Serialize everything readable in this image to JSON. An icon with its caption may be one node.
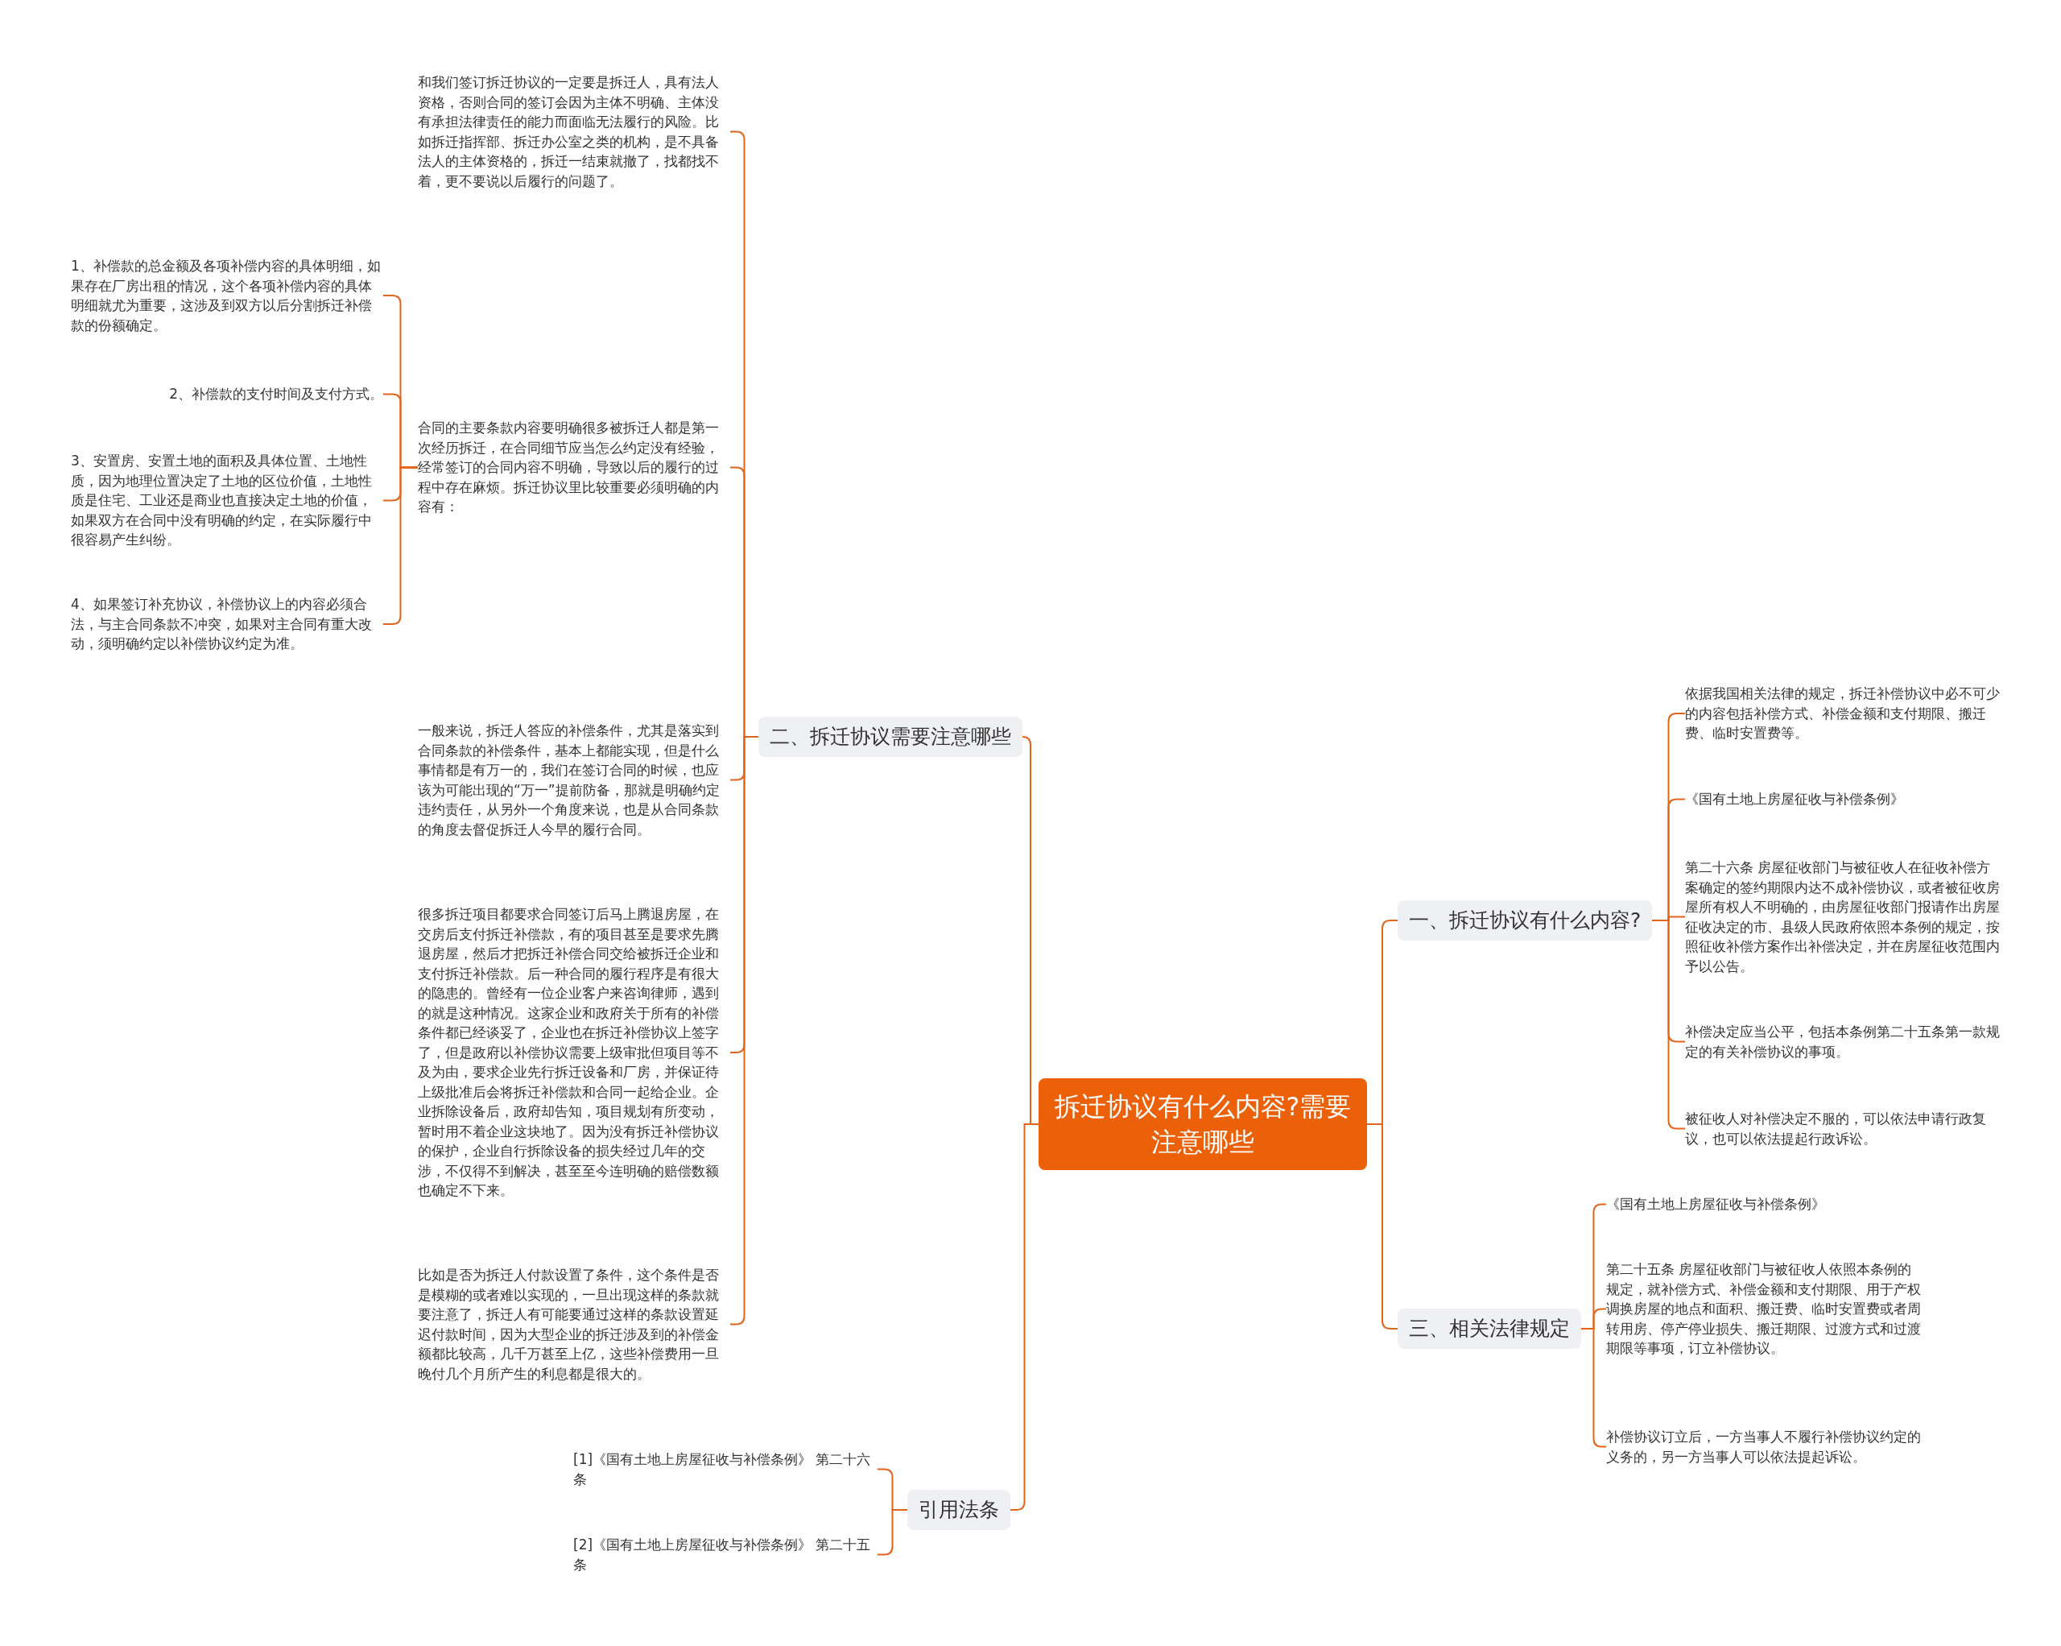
{
  "diagram": {
    "nodes": [
      {
        "text": [
          "拆迁协议有什么内容?需要注意哪些"
        ]
      },
      {
        "text": [
          "一、拆迁协议有什么内容?"
        ]
      },
      {
        "text": [
          "依据我国相关法律的规定，拆迁补偿协议中必不可少的内容包括补偿方式、补偿金额和支付期限、搬迁费、临时安置费等。"
        ]
      },
      {
        "text": [
          "《国有土地上房屋征收与补偿条例》"
        ]
      },
      {
        "text": [
          "第二十六条 房屋征收部门与被征收人在征收补偿方案确定的签约期限内达不成补偿协议，或者被征收房屋所有权人不明确的，由房屋征收部门报请作出房屋征收决定的市、县级人民政府依照本条例的规定，按照征收补偿方案作出补偿决定，并在房屋征收范围内予以公告。"
        ]
      },
      {
        "text": [
          "补偿决定应当公平，包括本条例第二十五条第一款规定的有关补偿协议的事项。"
        ]
      },
      {
        "text": [
          "被征收人对补偿决定不服的，可以依法申请行政复议，也可以依法提起行政诉讼。"
        ]
      },
      {
        "text": [
          "三、相关法律规定"
        ]
      },
      {
        "text": [
          "《国有土地上房屋征收与补偿条例》"
        ]
      },
      {
        "text": [
          "第二十五条 房屋征收部门与被征收人依照本条例的规定，就补偿方式、补偿金额和支付期限、用于产权调换房屋的地点和面积、搬迁费、临时安置费或者周转用房、停产停业损失、搬迁期限、过渡方式和过渡期限等事项，订立补偿协议。"
        ]
      },
      {
        "text": [
          "补偿协议订立后，一方当事人不履行补偿协议约定的义务的，另一方当事人可以依法提起诉讼。"
        ]
      },
      {
        "text": [
          "二、拆迁协议需要注意哪些"
        ]
      },
      {
        "text": [
          "和我们签订拆迁协议的一定要是拆迁人，具有法人资格，否则合同的签订会因为主体不明确、主体没有承担法律责任的能力而面临无法履行的风险。比如拆迁指挥部、拆迁办公室之类的机构，是不具备法人的主体资格的，拆迁一结束就撤了，找都找不着，更不要说以后履行的问题了。"
        ]
      },
      {
        "text": [
          "合同的主要条款内容要明确很多被拆迁人都是第一次经历拆迁，在合同细节应当怎么约定没有经验，经常签订的合同内容不明确，导致以后的履行的过程中存在麻烦。拆迁协议里比较重要必须明确的内容有："
        ]
      },
      {
        "text": [
          "1、补偿款的总金额及各项补偿内容的具体明细，如果存在厂房出租的情况，这个各项补偿内容的具体明细就尤为重要，这涉及到双方以后分割拆迁补偿款的份额确定。"
        ]
      },
      {
        "text": [
          "2、补偿款的支付时间及支付方式。"
        ]
      },
      {
        "text": [
          "3、安置房、安置土地的面积及具体位置、土地性质，因为地理位置决定了土地的区位价值，土地性质是住宅、工业还是商业也直接决定土地的价值，如果双方在合同中没有明确的约定，在实际履行中很容易产生纠纷。"
        ]
      },
      {
        "text": [
          "4、如果签订补充协议，补偿协议上的内容必须合法，与主合同条款不冲突，如果对主合同有重大改动，须明确约定以补偿协议约定为准。"
        ]
      },
      {
        "text": [
          "一般来说，拆迁人答应的补偿条件，尤其是落实到合同条款的补偿条件，基本上都能实现，但是什么事情都是有万一的，我们在签订合同的时候，也应该为可能出现的“万一”提前防备，那就是明确约定违约责任，从另外一个角度来说，也是从合同条款的角度去督促拆迁人今早的履行合同。"
        ]
      },
      {
        "text": [
          "很多拆迁项目都要求合同签订后马上腾退房屋，在交房后支付拆迁补偿款，有的项目甚至是要求先腾退房屋，然后才把拆迁补偿合同交给被拆迁企业和支付拆迁补偿款。后一种合同的履行程序是有很大的隐患的。曾经有一位企业客户来咨询律师，遇到的就是这种情况。这家企业和政府关于所有的补偿条件都已经谈妥了，企业也在拆迁补偿协议上签字了，但是政府以补偿协议需要上级审批但项目等不及为由，要求企业先行拆迁设备和厂房，并保证待上级批准后会将拆迁补偿款和合同一起给企业。企业拆除设备后，政府却告知，项目规划有所变动，暂时用不着企业这块地了。因为没有拆迁补偿协议的保护，企业自行拆除设备的损失经过几年的交涉，不仅得不到解决，甚至至今连明确的赔偿数额也确定不下来。"
        ]
      },
      {
        "text": [
          "比如是否为拆迁人付款设置了条件，这个条件是否是模糊的或者难以实现的，一旦出现这样的条款就要注意了，拆迁人有可能要通过这样的条款设置延迟付款时间，因为大型企业的拆迁涉及到的补偿金额都比较高，几千万甚至上亿，这些补偿费用一旦晚付几个月所产生的利息都是很大的。"
        ]
      },
      {
        "text": [
          "引用法条"
        ]
      },
      {
        "text": [
          "[1]《国有土地上房屋征收与补偿条例》 第二十六条"
        ]
      },
      {
        "text": [
          "[2]《国有土地上房屋征收与补偿条例》 第二十五条"
        ]
      }
    ],
    "edges": [
      {
        "from": 0,
        "to": 1,
        "arrow": "none"
      },
      {
        "from": 1,
        "to": 2,
        "arrow": "none"
      },
      {
        "from": 1,
        "to": 3,
        "arrow": "none"
      },
      {
        "from": 1,
        "to": 4,
        "arrow": "none"
      },
      {
        "from": 1,
        "to": 5,
        "arrow": "none"
      },
      {
        "from": 1,
        "to": 6,
        "arrow": "none"
      },
      {
        "from": 0,
        "to": 7,
        "arrow": "none"
      },
      {
        "from": 7,
        "to": 8,
        "arrow": "none"
      },
      {
        "from": 7,
        "to": 9,
        "arrow": "none"
      },
      {
        "from": 7,
        "to": 10,
        "arrow": "none"
      },
      {
        "from": 0,
        "to": 11,
        "arrow": "none"
      },
      {
        "from": 11,
        "to": 12,
        "arrow": "none"
      },
      {
        "from": 11,
        "to": 13,
        "arrow": "none"
      },
      {
        "from": 13,
        "to": 14,
        "arrow": "none"
      },
      {
        "from": 13,
        "to": 15,
        "arrow": "none"
      },
      {
        "from": 13,
        "to": 16,
        "arrow": "none"
      },
      {
        "from": 13,
        "to": 17,
        "arrow": "none"
      },
      {
        "from": 11,
        "to": 18,
        "arrow": "none"
      },
      {
        "from": 11,
        "to": 19,
        "arrow": "none"
      },
      {
        "from": 11,
        "to": 20,
        "arrow": "none"
      },
      {
        "from": 0,
        "to": 21,
        "arrow": "none"
      },
      {
        "from": 21,
        "to": 22,
        "arrow": "none"
      },
      {
        "from": 21,
        "to": 23,
        "arrow": "none"
      }
    ]
  }
}
